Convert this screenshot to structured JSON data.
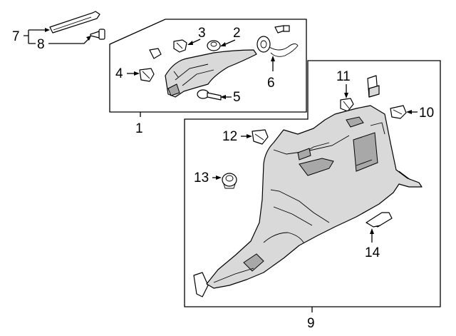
{
  "callouts": {
    "c1": "1",
    "c2": "2",
    "c3": "3",
    "c4": "4",
    "c5": "5",
    "c6": "6",
    "c7": "7",
    "c8": "8",
    "c9": "9",
    "c10": "10",
    "c11": "11",
    "c12": "12",
    "c13": "13",
    "c14": "14"
  },
  "colors": {
    "line": "#000000",
    "panel_fill": "#d9d9d9",
    "shadow": "#a8a8a8",
    "background": "#ffffff"
  }
}
